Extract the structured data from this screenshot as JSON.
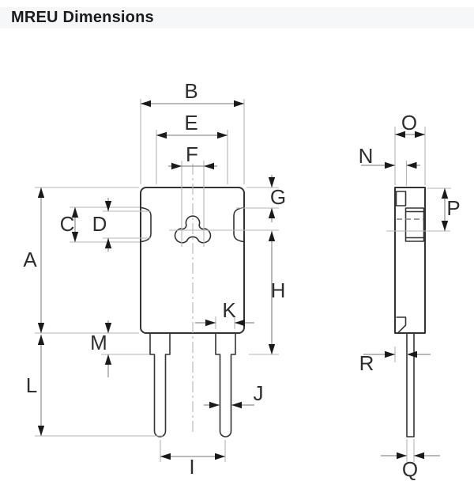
{
  "title": "MREU Dimensions",
  "drawing": {
    "labels": {
      "A": "A",
      "B": "B",
      "C": "C",
      "D": "D",
      "E": "E",
      "F": "F",
      "G": "G",
      "H": "H",
      "I": "I",
      "J": "J",
      "K": "K",
      "L": "L",
      "M": "M",
      "N": "N",
      "O": "O",
      "P": "P",
      "Q": "Q",
      "R": "R"
    },
    "front_view_dimensions": [
      "B",
      "E",
      "F",
      "G",
      "C",
      "D",
      "A",
      "H",
      "K",
      "M",
      "L",
      "J",
      "I"
    ],
    "side_view_dimensions": [
      "O",
      "N",
      "P",
      "R",
      "Q"
    ],
    "colors": {
      "outline": "#333333",
      "dimension_line": "#8f8f8f",
      "extension_line": "#b5b5b5",
      "arrowhead": "#1a1a1a",
      "label_text": "#2e2e2e",
      "title_bar_bg": "#f6f7f8"
    }
  }
}
